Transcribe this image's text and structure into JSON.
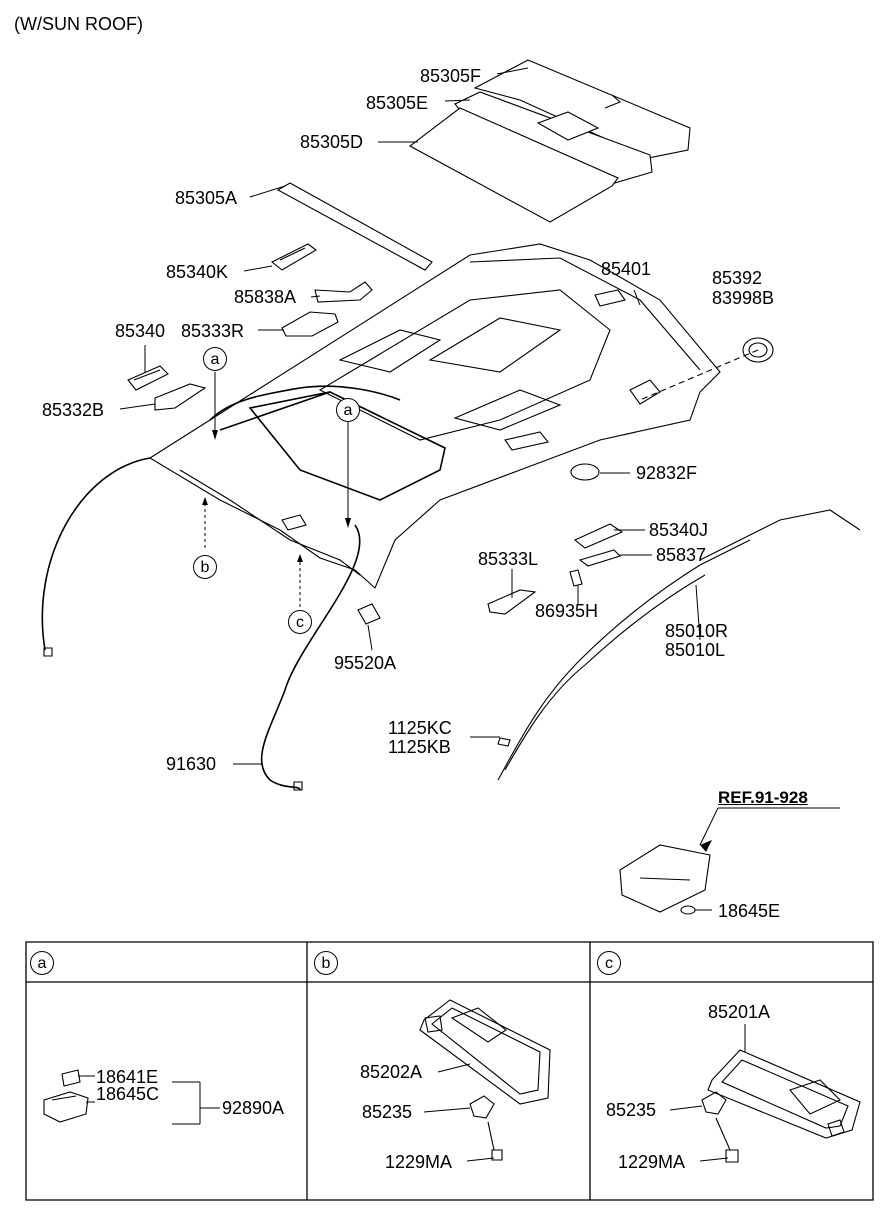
{
  "header": {
    "title": "(W/SUN ROOF)"
  },
  "reference": {
    "label": "REF.91-928"
  },
  "parts": {
    "p85305F": "85305F",
    "p85305E": "85305E",
    "p85305D": "85305D",
    "p85305A": "85305A",
    "p85340K": "85340K",
    "p85838A": "85838A",
    "p85340": "85340",
    "p85333R": "85333R",
    "p85332B": "85332B",
    "p85401": "85401",
    "p85392": "85392",
    "p83998B": "83998B",
    "p92832F": "92832F",
    "p85340J": "85340J",
    "p85837": "85837",
    "p85333L": "85333L",
    "p86935H": "86935H",
    "p85010R": "85010R",
    "p85010L": "85010L",
    "p95520A": "95520A",
    "p1125KC": "1125KC",
    "p1125KB": "1125KB",
    "p91630": "91630",
    "p18645E": "18645E"
  },
  "callouts": {
    "a": "a",
    "b": "b",
    "c": "c"
  },
  "detail_panels": [
    {
      "letter": "a",
      "parts": [
        "18641E",
        "18645C",
        "92890A"
      ]
    },
    {
      "letter": "b",
      "parts": [
        "85202A",
        "85235",
        "1229MA"
      ]
    },
    {
      "letter": "c",
      "parts": [
        "85201A",
        "85235",
        "1229MA"
      ]
    }
  ]
}
